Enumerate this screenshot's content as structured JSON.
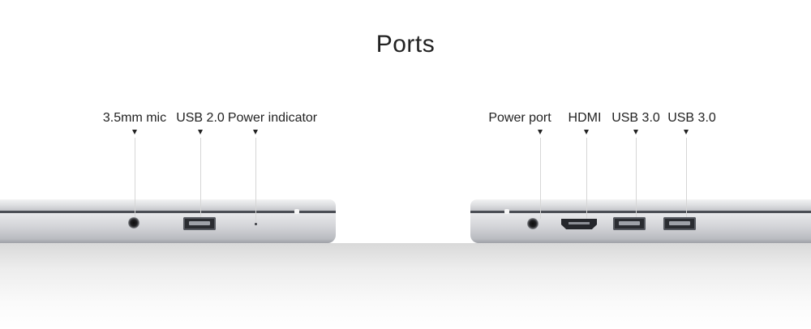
{
  "title": "Ports",
  "left_side": {
    "labels": {
      "mic": "3.5mm mic",
      "usb": "USB 2.0",
      "power_indicator": "Power indicator"
    }
  },
  "right_side": {
    "labels": {
      "power_port": "Power port",
      "hdmi": "HDMI",
      "usb_a": "USB 3.0",
      "usb_b": "USB 3.0"
    }
  },
  "icons": [
    "headphone-jack-icon",
    "usb-port-icon",
    "hdmi-port-icon",
    "led-indicator-icon",
    "power-port-icon"
  ]
}
